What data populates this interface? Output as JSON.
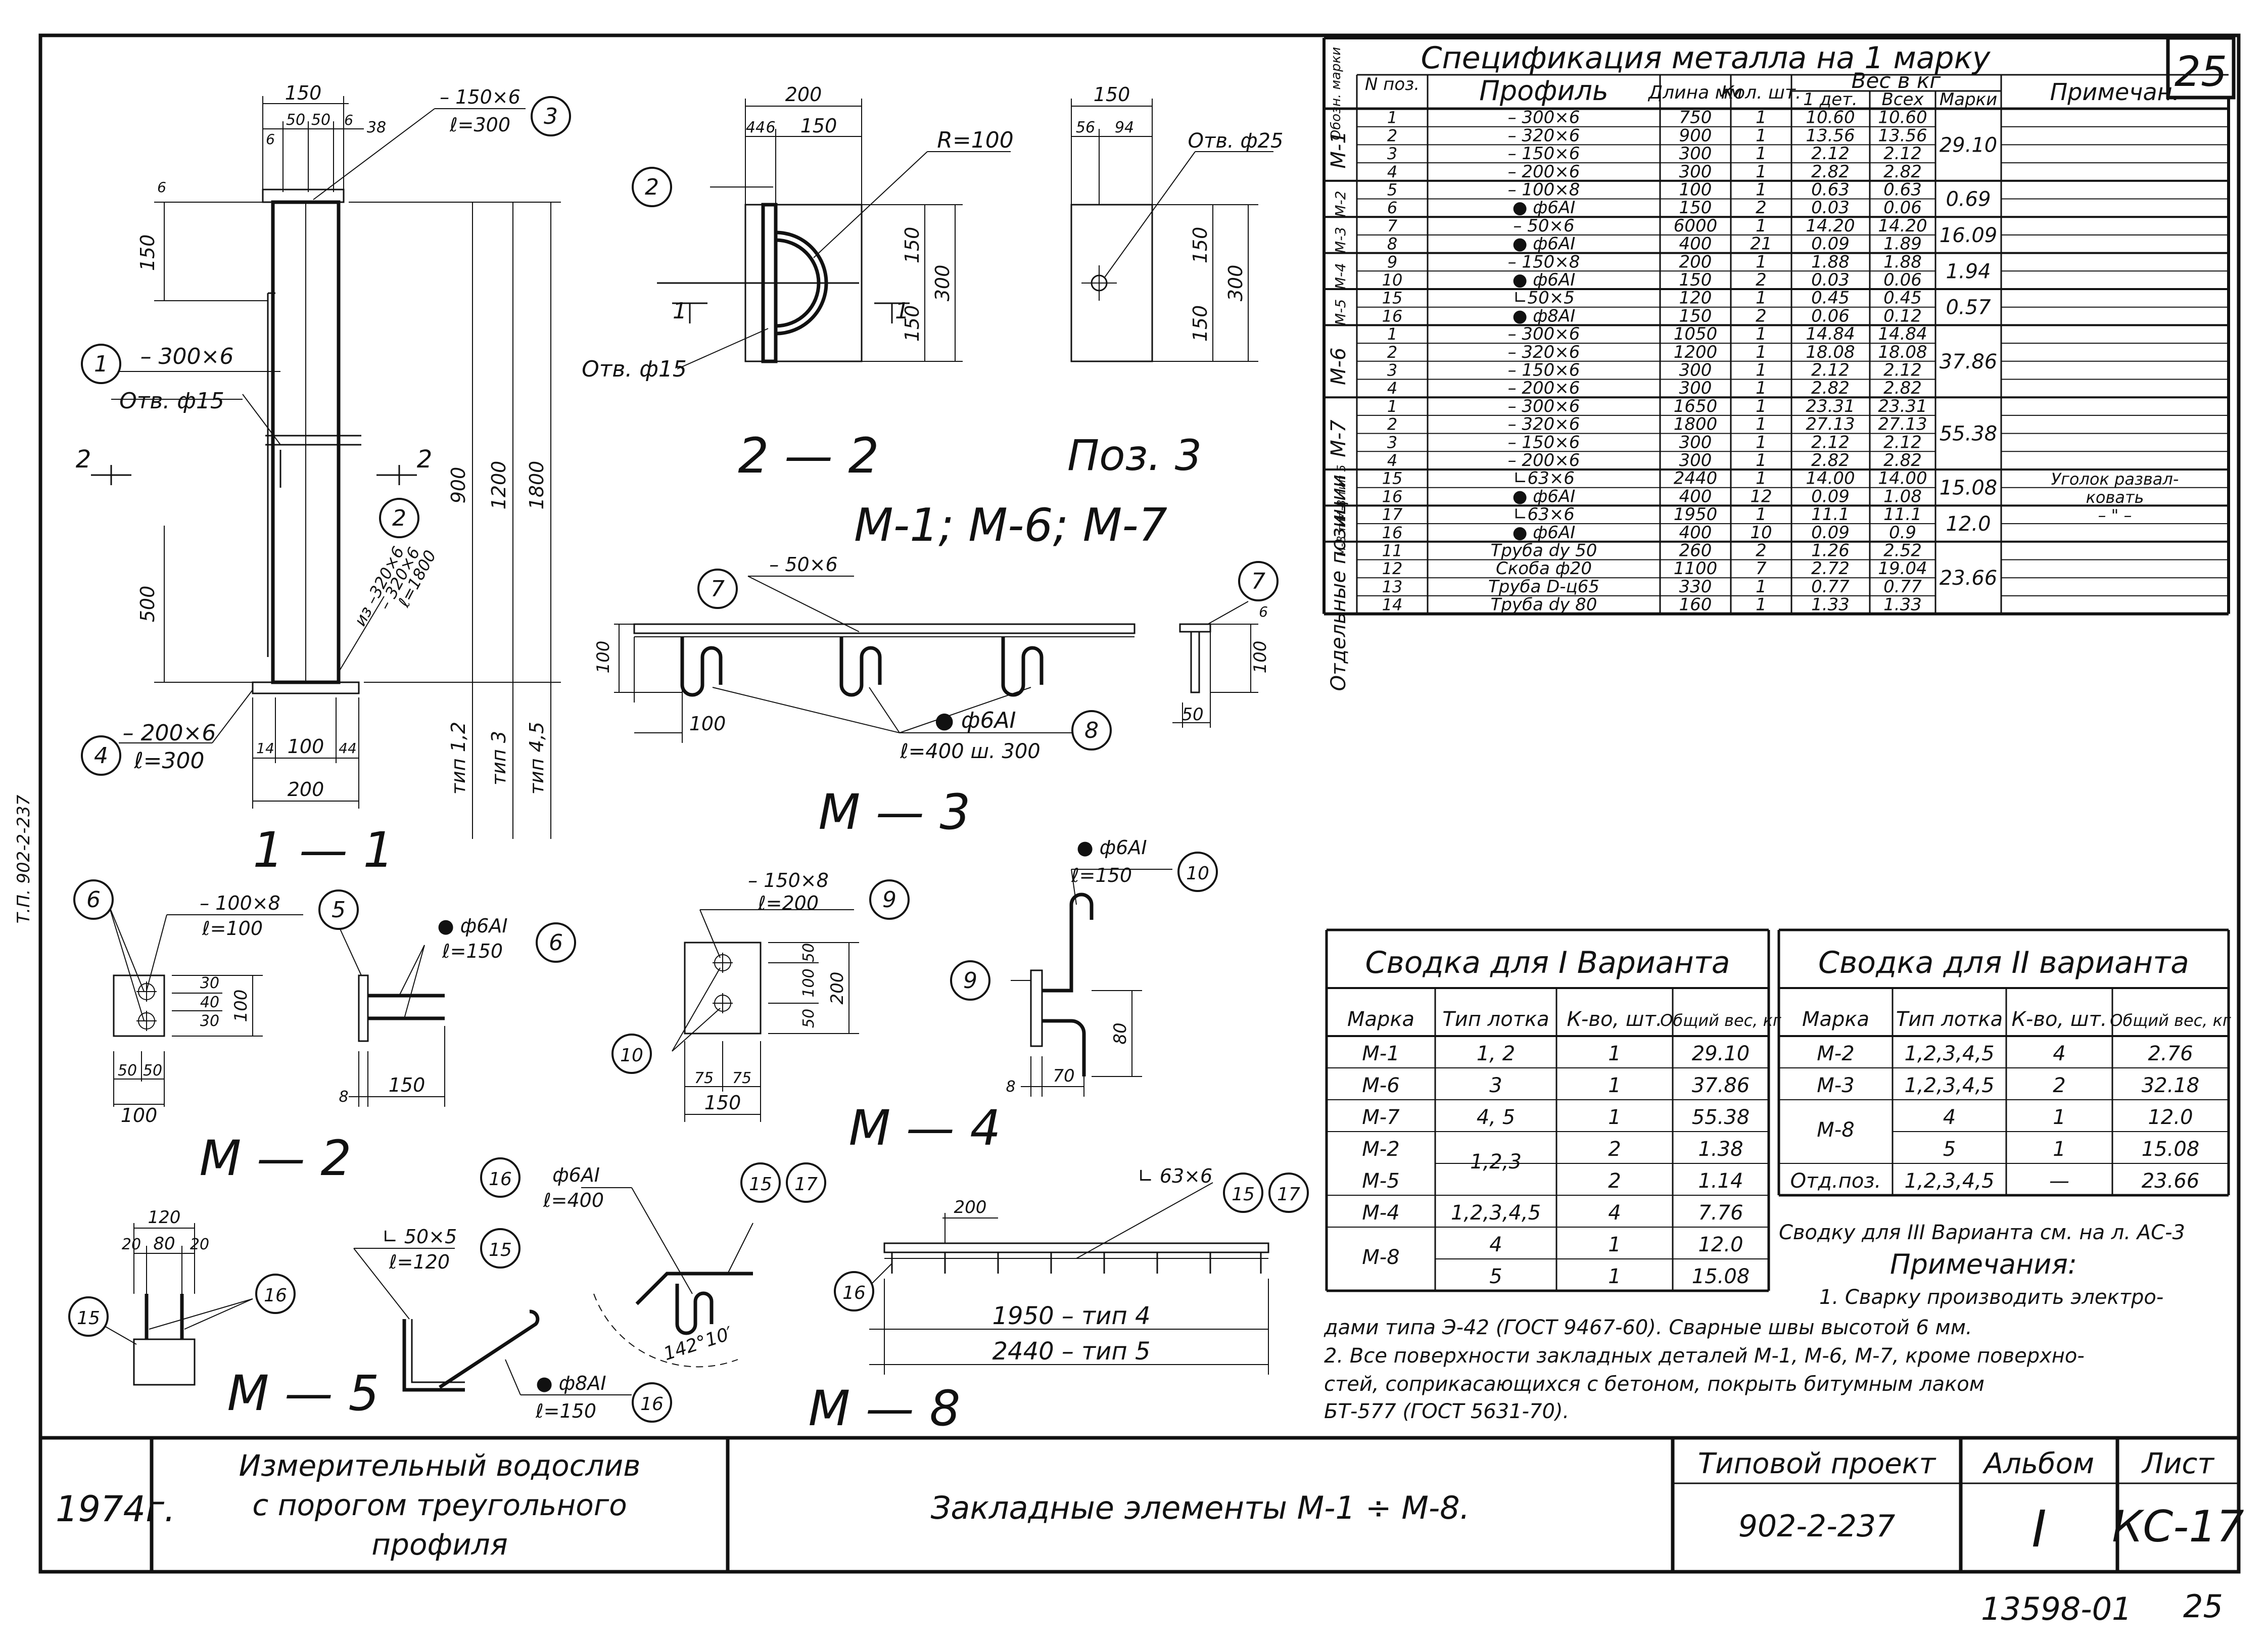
{
  "sheet_number": "25",
  "spec": {
    "title": "Спецификация металла на 1 марку",
    "head": {
      "mark": "Обозн. марки",
      "pos": "N поз.",
      "profile": "Профиль",
      "length": "Длина мм",
      "qty": "Кол. шт.",
      "weight": "Вес в кг",
      "w_one": "1 дет.",
      "w_all": "Всех",
      "w_mark": "Марки",
      "note": "Примечан."
    },
    "rows": [
      [
        "1",
        "– 300×6",
        "750",
        "1",
        "10.60",
        "10.60"
      ],
      [
        "2",
        "– 320×6",
        "900",
        "1",
        "13.56",
        "13.56"
      ],
      [
        "3",
        "– 150×6",
        "300",
        "1",
        "2.12",
        "2.12"
      ],
      [
        "4",
        "– 200×6",
        "300",
        "1",
        "2.82",
        "2.82"
      ],
      [
        "5",
        "– 100×8",
        "100",
        "1",
        "0.63",
        "0.63"
      ],
      [
        "6",
        "● ф6АI",
        "150",
        "2",
        "0.03",
        "0.06"
      ],
      [
        "7",
        "– 50×6",
        "6000",
        "1",
        "14.20",
        "14.20"
      ],
      [
        "8",
        "● ф6АI",
        "400",
        "21",
        "0.09",
        "1.89"
      ],
      [
        "9",
        "– 150×8",
        "200",
        "1",
        "1.88",
        "1.88"
      ],
      [
        "10",
        "● ф6АI",
        "150",
        "2",
        "0.03",
        "0.06"
      ],
      [
        "15",
        "∟50×5",
        "120",
        "1",
        "0.45",
        "0.45"
      ],
      [
        "16",
        "● ф8АI",
        "150",
        "2",
        "0.06",
        "0.12"
      ],
      [
        "1",
        "– 300×6",
        "1050",
        "1",
        "14.84",
        "14.84"
      ],
      [
        "2",
        "– 320×6",
        "1200",
        "1",
        "18.08",
        "18.08"
      ],
      [
        "3",
        "– 150×6",
        "300",
        "1",
        "2.12",
        "2.12"
      ],
      [
        "4",
        "– 200×6",
        "300",
        "1",
        "2.82",
        "2.82"
      ],
      [
        "1",
        "– 300×6",
        "1650",
        "1",
        "23.31",
        "23.31"
      ],
      [
        "2",
        "– 320×6",
        "1800",
        "1",
        "27.13",
        "27.13"
      ],
      [
        "3",
        "– 150×6",
        "300",
        "1",
        "2.12",
        "2.12"
      ],
      [
        "4",
        "– 200×6",
        "300",
        "1",
        "2.82",
        "2.82"
      ],
      [
        "15",
        "∟63×6",
        "2440",
        "1",
        "14.00",
        "14.00"
      ],
      [
        "16",
        "● ф6АI",
        "400",
        "12",
        "0.09",
        "1.08"
      ],
      [
        "17",
        "∟63×6",
        "1950",
        "1",
        "11.1",
        "11.1"
      ],
      [
        "16",
        "● ф6АI",
        "400",
        "10",
        "0.09",
        "0.9"
      ],
      [
        "11",
        "Труба dy 50",
        "260",
        "2",
        "1.26",
        "2.52"
      ],
      [
        "12",
        "Скоба ф20",
        "1100",
        "7",
        "2.72",
        "19.04"
      ],
      [
        "13",
        "Труба D-ц65",
        "330",
        "1",
        "0.77",
        "0.77"
      ],
      [
        "14",
        "Труба dy 80",
        "160",
        "1",
        "1.33",
        "1.33"
      ]
    ],
    "groups": [
      {
        "mark": "М-1",
        "total": "29.10"
      },
      {
        "mark": "М-2",
        "total": "0.69"
      },
      {
        "mark": "М-3",
        "total": "16.09"
      },
      {
        "mark": "М-4",
        "total": "1.94"
      },
      {
        "mark": "М-5",
        "total": "0.57"
      },
      {
        "mark": "М-6",
        "total": "37.86"
      },
      {
        "mark": "М-7",
        "total": "55.38"
      },
      {
        "mark": "М-8 тип 5",
        "total": "15.08"
      },
      {
        "mark": "М-8 тип 4",
        "total": "12.0"
      },
      {
        "mark": "Отдельные позиции",
        "total": "23.66"
      }
    ],
    "note_1": "Уголок развал-",
    "note_2": "ковать",
    "note_3": "– \" –"
  },
  "summary1": {
    "title": "Сводка для I Варианта",
    "head": [
      "Марка",
      "Тип лотка",
      "К-во, шт.",
      "Общий вес, кг"
    ],
    "rows": [
      [
        "М-1",
        "1, 2",
        "1",
        "29.10"
      ],
      [
        "М-6",
        "3",
        "1",
        "37.86"
      ],
      [
        "М-7",
        "4, 5",
        "1",
        "55.38"
      ],
      [
        "М-2",
        "1,2,3",
        "2",
        "1.38"
      ],
      [
        "М-5",
        "",
        "2",
        "1.14"
      ],
      [
        "М-4",
        "1,2,3,4,5",
        "4",
        "7.76"
      ],
      [
        "М-8",
        "4",
        "1",
        "12.0"
      ],
      [
        "",
        "5",
        "1",
        "15.08"
      ]
    ]
  },
  "summary2": {
    "title": "Сводка для II варианта",
    "head": [
      "Марка",
      "Тип лотка",
      "К-во, шт.",
      "Общий вес, кг"
    ],
    "rows": [
      [
        "М-2",
        "1,2,3,4,5",
        "4",
        "2.76"
      ],
      [
        "М-3",
        "1,2,3,4,5",
        "2",
        "32.18"
      ],
      [
        "М-8",
        "4",
        "1",
        "12.0"
      ],
      [
        "",
        "5",
        "1",
        "15.08"
      ],
      [
        "Отд.поз.",
        "1,2,3,4,5",
        "—",
        "23.66"
      ]
    ],
    "footnote": "Сводку для III Варианта см. на л. АС-3"
  },
  "notes": {
    "title": "Примечания:",
    "lines": [
      "1. Сварку производить электро-",
      "дами типа Э-42 (ГОСТ 9467-60). Сварные швы высотой 6 мм.",
      "2. Все поверхности закладных деталей М-1, М-6, М-7, кроме поверхно-",
      "стей, соприкасающихся с бетоном, покрыть битумным лаком",
      "БТ-577 (ГОСТ 5631-70)."
    ]
  },
  "stamp": {
    "year": "1974г.",
    "object_1": "Измерительный водослив",
    "object_2": "с порогом треугольного",
    "object_3": "профиля",
    "sheet_title": "Закладные элементы М-1 ÷ М-8.",
    "project_label": "Типовой проект",
    "project_no": "902-2-237",
    "album_label": "Альбом",
    "album_no": "I",
    "sheet_label": "Лист",
    "sheet_no": "КС-17"
  },
  "bottom_code": "13598-01",
  "bottom_page": "25",
  "margin_text": "Т.П. 902-2-237",
  "drawings": {
    "sec11": {
      "title": "1 — 1",
      "d150": "150",
      "d50a": "50",
      "d50b": "50",
      "d6a": "6",
      "d6b": "6",
      "d38": "38",
      "plate3": "– 150×6",
      "plate3_l": "ℓ=300",
      "d6top": "6",
      "d150v": "150",
      "plate1": "– 300×6",
      "hole": "Отв. ф15",
      "d500": "500",
      "plate2": "– 320×6",
      "plate2_l": "ℓ=1800",
      "plate2_b": "из –320×6",
      "d900": "900",
      "d1200": "1200",
      "d1800": "1800",
      "plate4": "– 200×6",
      "plate4_l": "ℓ=300",
      "d14": "14",
      "d100": "100",
      "d44": "44",
      "d200": "200",
      "t12": "тип 1,2",
      "t3": "тип 3",
      "t45": "тип 4,5",
      "cut2": "2"
    },
    "sec22": {
      "title": "2 — 2",
      "d200": "200",
      "d44": "44",
      "d6": "6",
      "d150": "150",
      "r": "R=100",
      "d150a": "150",
      "d150b": "150",
      "d300": "300",
      "hole": "Отв. ф15",
      "cut1": "1"
    },
    "pos3": {
      "title": "Поз. 3",
      "d150": "150",
      "d56": "56",
      "d94": "94",
      "hole": "Отв. ф25",
      "d150a": "150",
      "d150b": "150",
      "d300": "300"
    },
    "m167": {
      "title": "М-1; М-6; М-7"
    },
    "m3": {
      "title": "М — 3",
      "strip": "– 50×6",
      "d100v": "100",
      "d100h": "100",
      "bar": "● ф6АI",
      "bar_l": "ℓ=400 ш. 300",
      "d50": "50",
      "d100s": "100",
      "d6": "6"
    },
    "m2": {
      "title": "М — 2",
      "plate": "– 100×8",
      "plate_l": "ℓ=100",
      "bar": "● ф6АI",
      "bar_l": "ℓ=150",
      "d30a": "30",
      "d40": "40",
      "d30b": "30",
      "d100v": "100",
      "d50a": "50",
      "d50b": "50",
      "d100": "100",
      "d8": "8",
      "d150": "150"
    },
    "m4": {
      "title": "М — 4",
      "plate": "– 150×8",
      "plate_l": "ℓ=200",
      "bar": "● ф6АI",
      "bar_l": "ℓ=150",
      "d50a": "50",
      "d100": "100",
      "d50b": "50",
      "d200": "200",
      "d75a": "75",
      "d75b": "75",
      "d150": "150",
      "d8": "8",
      "d70": "70",
      "d80": "80"
    },
    "m5": {
      "title": "М — 5",
      "d120": "120",
      "d20a": "20",
      "d80": "80",
      "d20b": "20",
      "angle": "∟ 50×5",
      "angle_l": "ℓ=120",
      "bar": "● ф8АI",
      "bar_l": "ℓ=150",
      "bar2": "ф6АI",
      "bar2_l": "ℓ=400",
      "ang": "142°10′"
    },
    "m8": {
      "title": "М — 8",
      "angle": "∟ 63×6",
      "d200": "200",
      "len4": "1950 – тип 4",
      "len5": "2440 – тип 5"
    },
    "balloons": [
      "1",
      "2",
      "3",
      "4",
      "5",
      "6",
      "7",
      "8",
      "9",
      "10",
      "15",
      "16",
      "17"
    ]
  }
}
